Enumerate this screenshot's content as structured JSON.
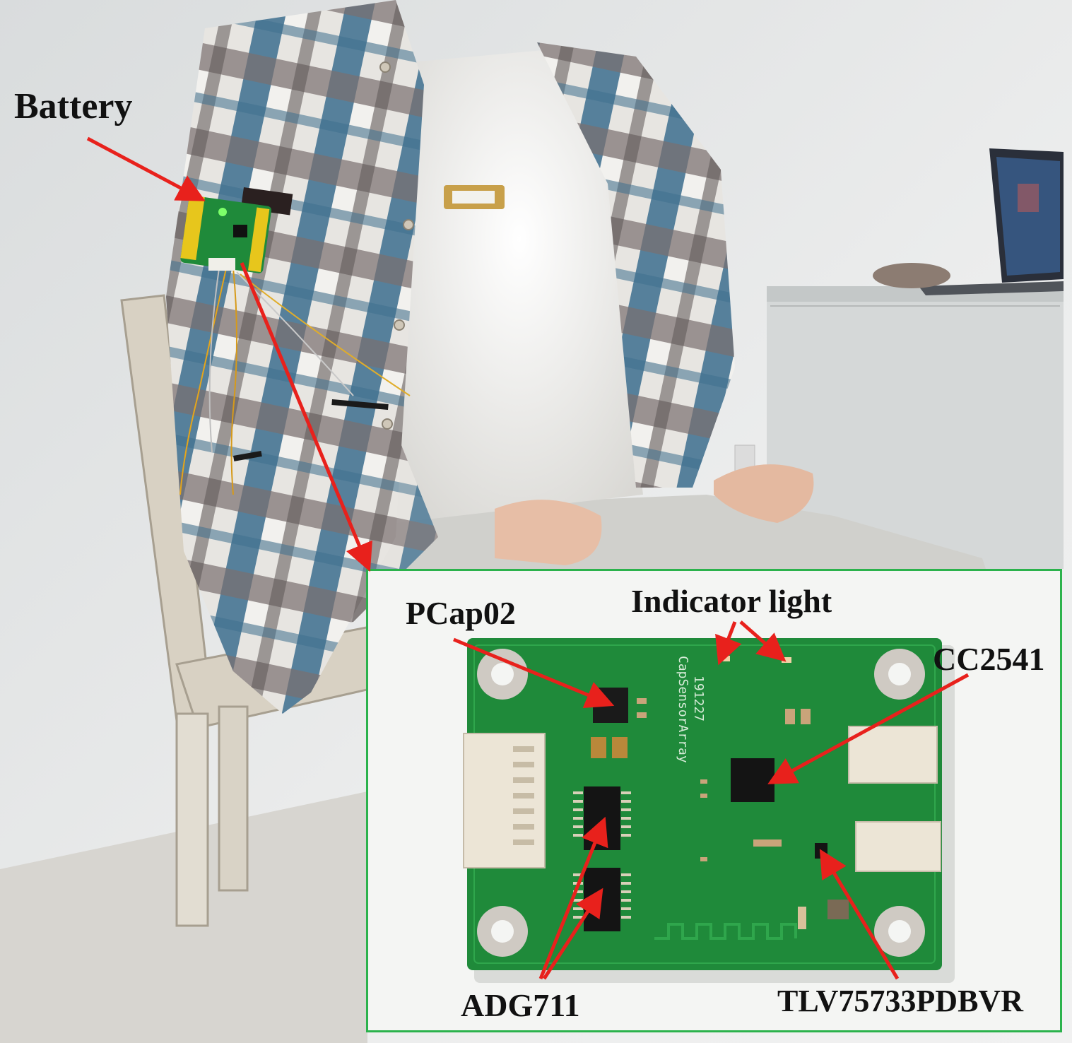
{
  "labels": {
    "battery": "Battery",
    "pcap02": "PCap02",
    "indicator_light": "Indicator light",
    "cc2541": "CC2541",
    "adg711": "ADG711",
    "tlv": "TLV75733PDBVR"
  },
  "board_silkscreen": {
    "name": "CapSensorArray",
    "code": "191227"
  },
  "colors": {
    "arrow": "#e8211c",
    "inset_border": "#2bb24c",
    "pcb": "#1f8a3a",
    "shirt_blue": "#3d6f8e",
    "shirt_gray": "#7a7070",
    "shirt_white": "#e6e4e0",
    "wall": "#e9eaea"
  }
}
